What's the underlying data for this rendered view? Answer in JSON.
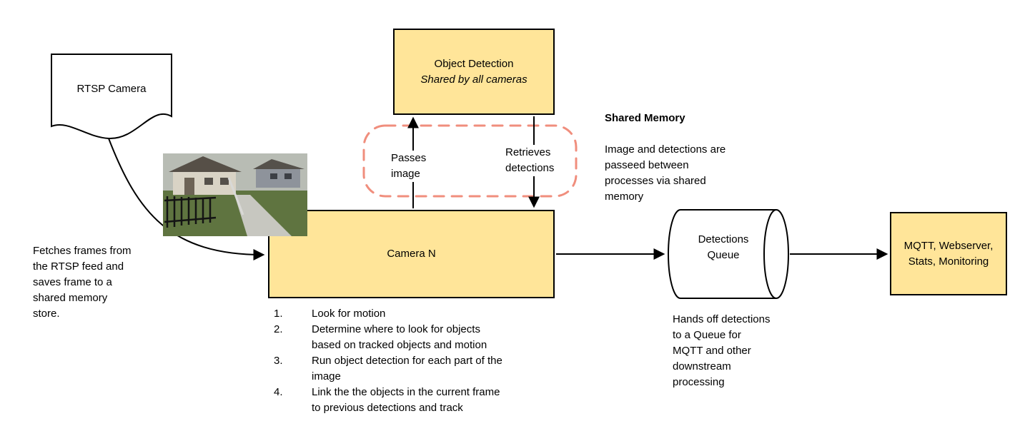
{
  "diagram": {
    "rtsp_camera_label": "RTSP Camera",
    "object_detection_title": "Object Detection",
    "object_detection_subtitle": "Shared by all cameras",
    "camera_n_label": "Camera N",
    "queue_label": "Detections\nQueue",
    "mqtt_label": "MQTT, Webserver,\nStats, Monitoring",
    "passes_image_label": "Passes\nimage",
    "retrieves_detections_label": "Retrieves\ndetections",
    "fetches_note": "Fetches frames from\nthe RTSP feed and\nsaves frame to a\nshared memory\nstore.",
    "shared_memory_title": "Shared Memory",
    "shared_memory_body": "Image and detections are\npasseed between\nprocesses via shared\nmemory",
    "hands_off_note": "Hands off detections\nto a Queue for\nMQTT and other\ndownstream\nprocessing",
    "camera_steps": [
      {
        "num": "1.",
        "text": "Look for motion"
      },
      {
        "num": "2.",
        "text": "Determine where to look for objects\nbased on tracked objects and motion"
      },
      {
        "num": "3.",
        "text": "Run object detection for each part of the\nimage"
      },
      {
        "num": "4.",
        "text": "Link the the objects in the current frame\nto previous detections and track"
      }
    ]
  },
  "colors": {
    "node_fill": "#ffe599",
    "node_border": "#000000",
    "arrow_color": "#000000",
    "dashed_box_color": "#f08e7d"
  }
}
